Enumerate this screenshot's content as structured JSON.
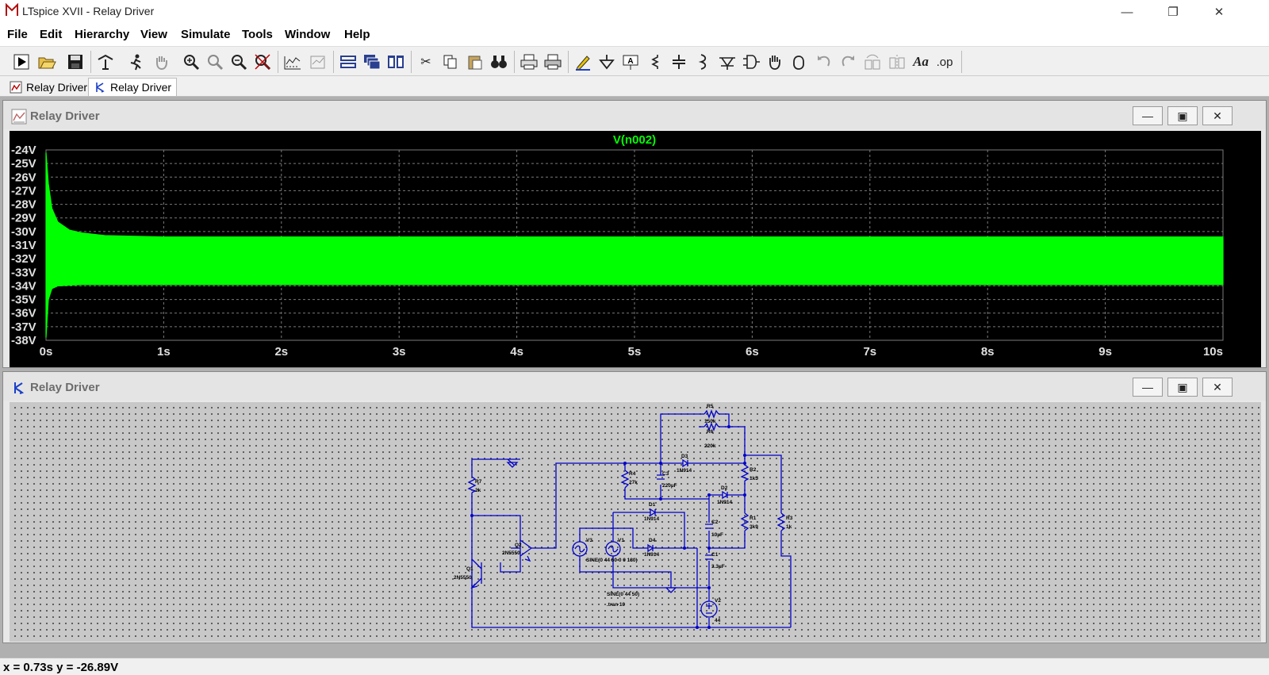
{
  "window": {
    "title": "LTspice XVII - Relay Driver"
  },
  "menu": {
    "items": [
      "File",
      "Edit",
      "Hierarchy",
      "View",
      "Simulate",
      "Tools",
      "Window",
      "Help"
    ]
  },
  "toolbar": {
    "icons": [
      "run-icon",
      "open-icon",
      "save-icon",
      "control-panel-icon",
      "halt-icon",
      "pan-hand-icon",
      "zoom-in-icon",
      "zoom-fit-icon",
      "zoom-out-icon",
      "zoom-cancel-icon",
      "autorange-icon",
      "plot-settings-icon",
      "tile-horizontal-icon",
      "cascade-icon",
      "tile-vertical-icon",
      "cut-icon",
      "copy-icon",
      "paste-icon",
      "find-icon",
      "print-icon",
      "print-setup-icon",
      "draw-wire-icon",
      "ground-icon",
      "label-net-icon",
      "resistor-icon",
      "capacitor-icon",
      "inductor-icon",
      "diode-icon",
      "component-icon",
      "move-icon",
      "drag-icon",
      "undo-icon",
      "redo-icon",
      "rotate-icon",
      "mirror-icon",
      "text-icon",
      "spice-directive-icon"
    ],
    "text_label": "Aa",
    "directive_label": ".op"
  },
  "tabs": [
    {
      "label": "Relay Driver",
      "icon": "waveform-icon",
      "active": false
    },
    {
      "label": "Relay Driver",
      "icon": "schematic-icon",
      "active": true
    }
  ],
  "plot_window": {
    "title": "Relay Driver",
    "icon": "waveform-icon"
  },
  "schematic_window": {
    "title": "Relay Driver",
    "icon": "schematic-icon"
  },
  "colors": {
    "trace": "#00ff00",
    "plot_bg": "#000000",
    "grid": "#7a7a7a",
    "axis_text": "#e0e0e0",
    "wire": "#0000cc",
    "schematic_bg": "#c8c8c8"
  },
  "chart_data": {
    "type": "line",
    "title": "V(n002)",
    "xlabel": "",
    "ylabel": "",
    "x_ticks": [
      "0s",
      "1s",
      "2s",
      "3s",
      "4s",
      "5s",
      "6s",
      "7s",
      "8s",
      "9s",
      "10s"
    ],
    "y_ticks": [
      "-24V",
      "-25V",
      "-26V",
      "-27V",
      "-28V",
      "-29V",
      "-30V",
      "-31V",
      "-32V",
      "-33V",
      "-34V",
      "-35V",
      "-36V",
      "-37V",
      "-38V"
    ],
    "xlim": [
      0,
      10
    ],
    "ylim": [
      -38,
      -24
    ],
    "grid": true,
    "series": [
      {
        "name": "V(n002)",
        "envelope_upper": [
          [
            0,
            -24.2
          ],
          [
            0.02,
            -26.5
          ],
          [
            0.05,
            -28.3
          ],
          [
            0.1,
            -29.3
          ],
          [
            0.2,
            -29.9
          ],
          [
            0.3,
            -30.1
          ],
          [
            0.5,
            -30.3
          ],
          [
            1,
            -30.4
          ],
          [
            3,
            -30.4
          ],
          [
            5,
            -30.4
          ],
          [
            7,
            -30.4
          ],
          [
            10,
            -30.4
          ]
        ],
        "envelope_lower": [
          [
            0,
            -37.8
          ],
          [
            0.02,
            -35.0
          ],
          [
            0.05,
            -34.2
          ],
          [
            0.1,
            -34.0
          ],
          [
            0.3,
            -33.9
          ],
          [
            1,
            -33.9
          ],
          [
            3,
            -33.9
          ],
          [
            5,
            -33.9
          ],
          [
            7,
            -33.9
          ],
          [
            10,
            -33.9
          ]
        ]
      }
    ]
  },
  "schematic": {
    "labels": {
      "r5": "R5",
      "r5v": "150k",
      "r6": "R6",
      "r6v": "220k",
      "r7": "R7",
      "r7v": "2k",
      "r4": "R4",
      "r4v": "27k",
      "r2": "R2",
      "r2v": "1k5",
      "r1": "R1",
      "r1v": "3k9",
      "r3": "R3",
      "r3v": "1k",
      "c3": "C3",
      "c3v": "220µF",
      "c2": "C2",
      "c2v": "10µF",
      "c1": "C1",
      "c1v": "3.3µF",
      "d1": "D1",
      "d1v": "1N914",
      "d2": "D2",
      "d2v": "1N914",
      "d3": "D3",
      "d3v": "1N914",
      "d4": "D4",
      "d4v": "1N914",
      "q1": "Q1",
      "q1v": "2N5550",
      "q2": "Q2",
      "q2v": "2N5550",
      "v1": "V1",
      "v3": "V3",
      "v2": "V2",
      "v2v": "44",
      "sine1": "SINE(0 44 50 0 0 180)",
      "sine2": "SINE(0 44 50)",
      "tran": ".tran 10"
    }
  },
  "status": {
    "text": "x = 0.73s    y = -26.89V"
  }
}
